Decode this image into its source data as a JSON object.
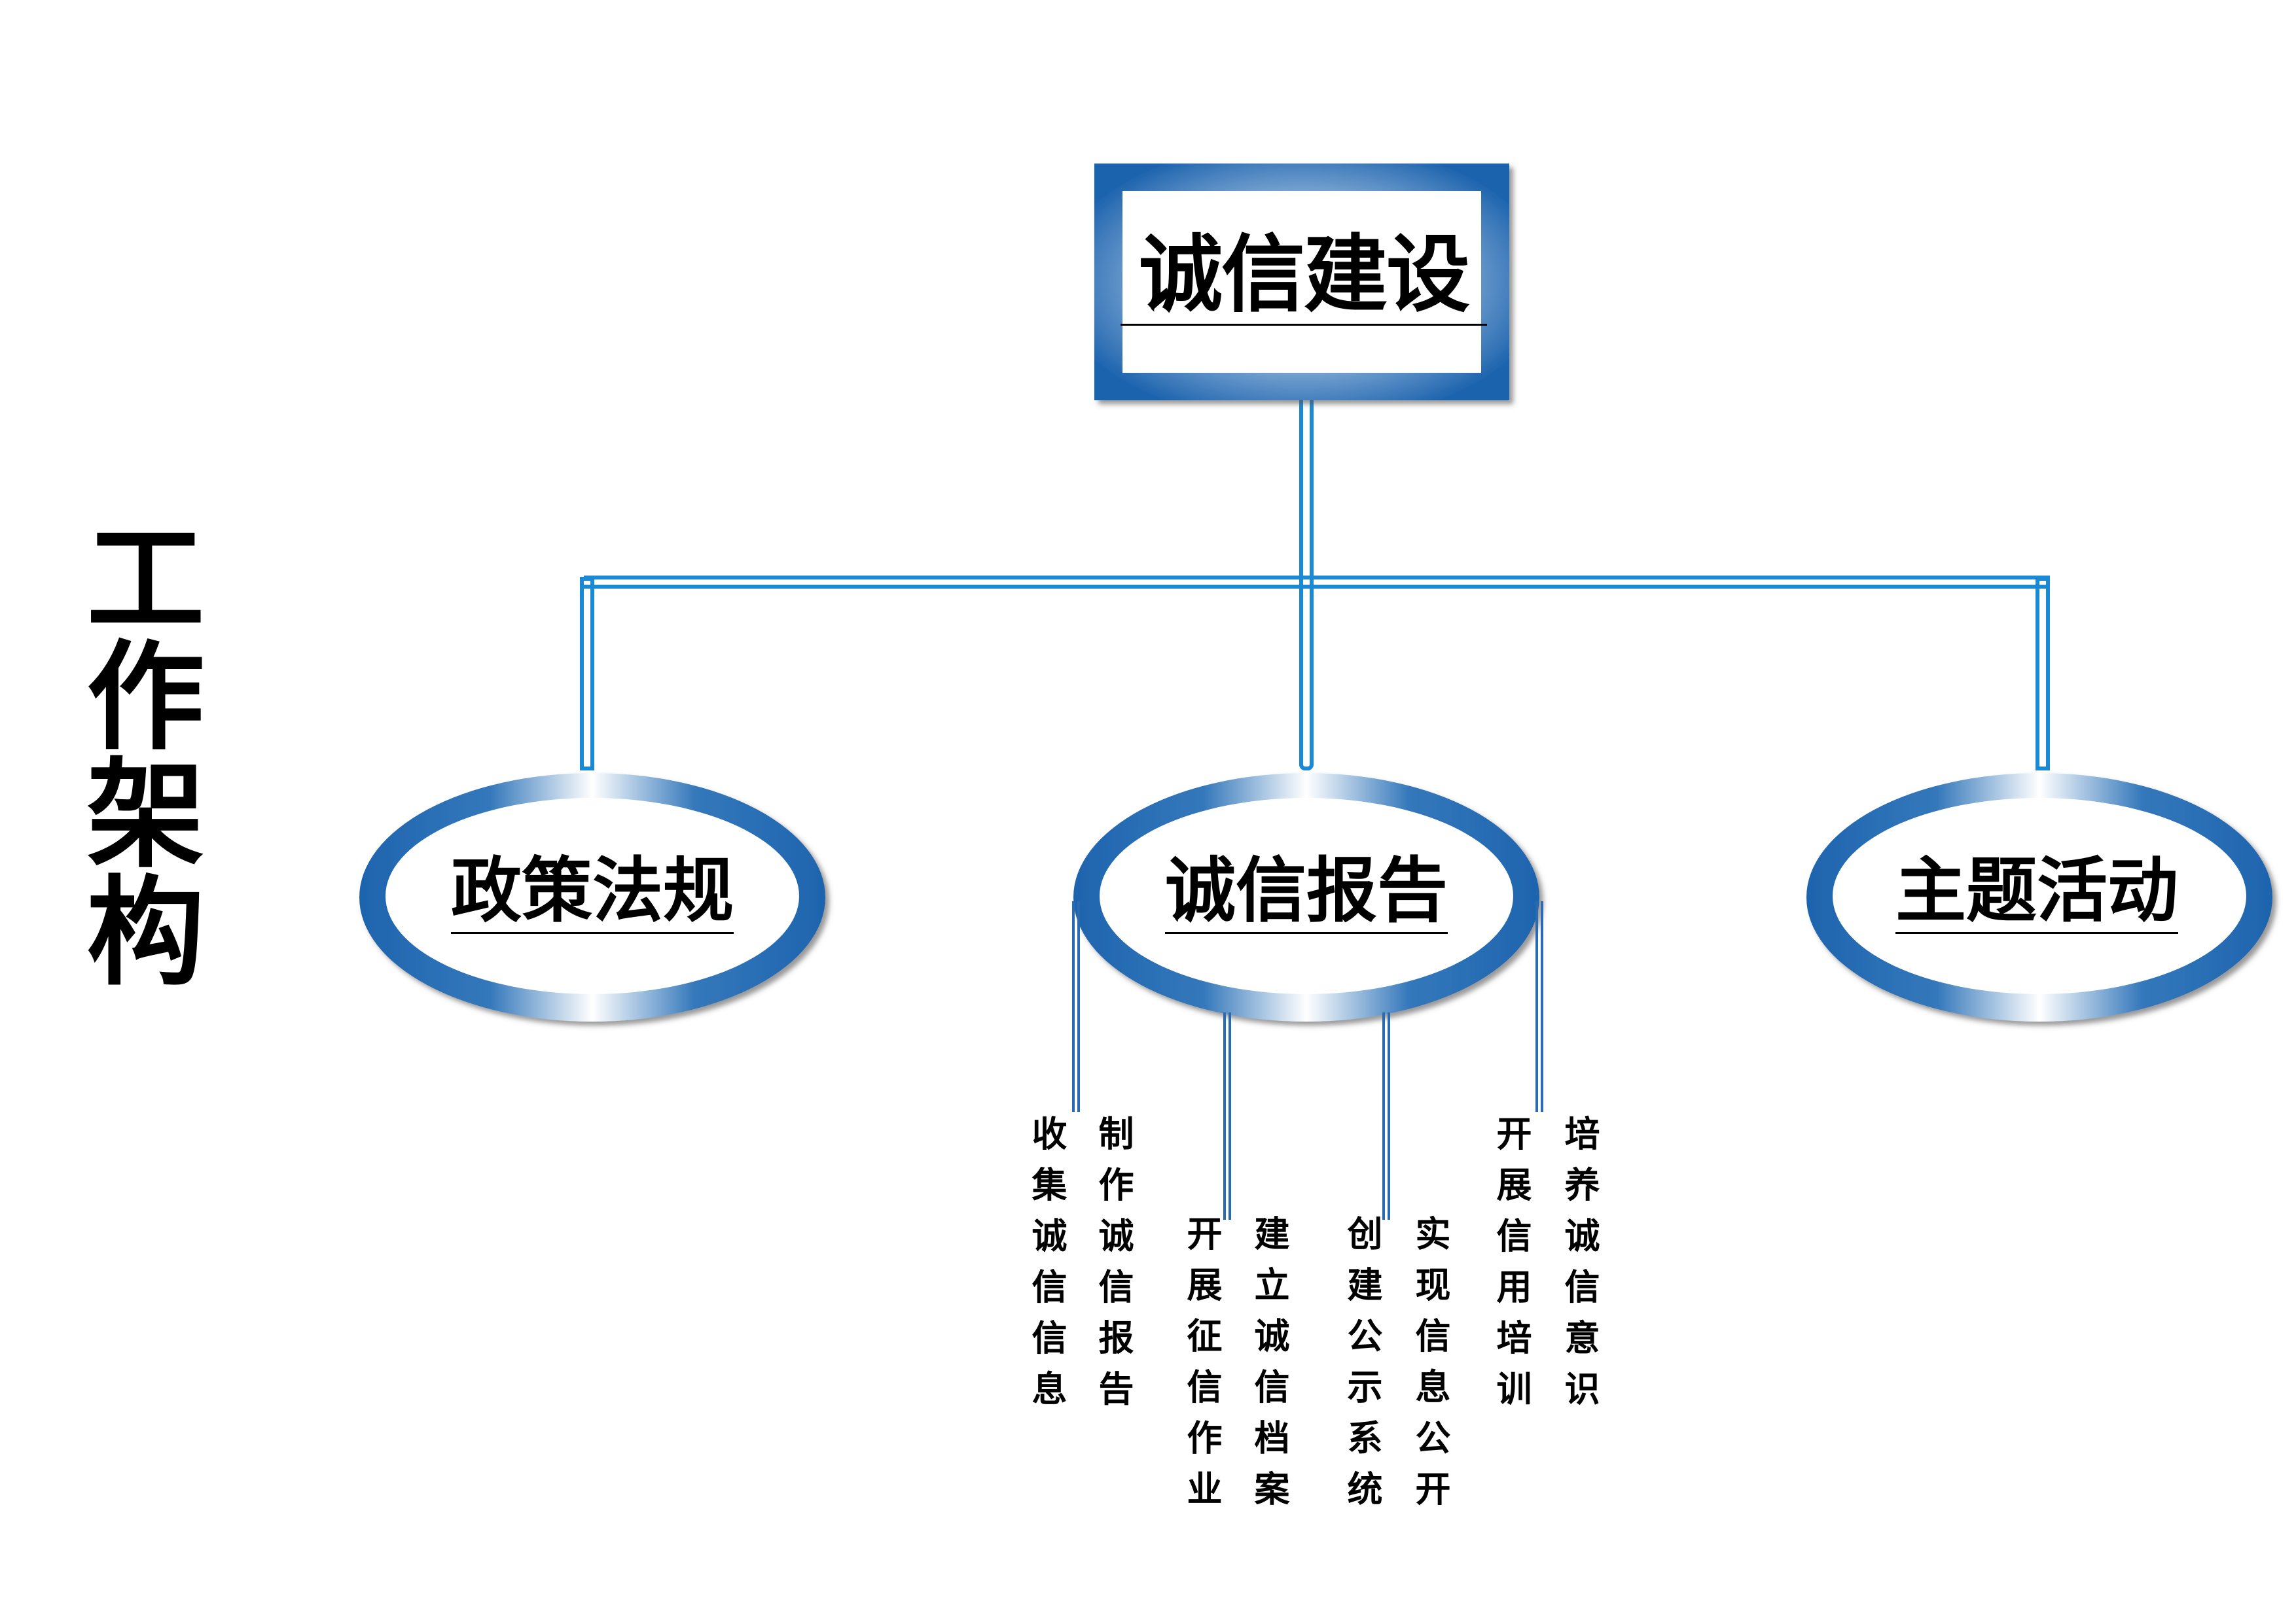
{
  "side_title": "工作架构",
  "root": {
    "label": "诚信建设"
  },
  "branches": [
    {
      "label": "政策法规"
    },
    {
      "label": "诚信报告",
      "items": [
        "收集诚信信息",
        "制作诚信报告",
        "开展征信作业",
        "建立诚信档案",
        "创建公示系统",
        "实现信息公开",
        "开展信用培训",
        "培养诚信意识"
      ]
    },
    {
      "label": "主题活动"
    }
  ],
  "colors": {
    "frame_blue": "#1e64ae",
    "connector_blue": "#1a8ad4",
    "text": "#000000"
  }
}
